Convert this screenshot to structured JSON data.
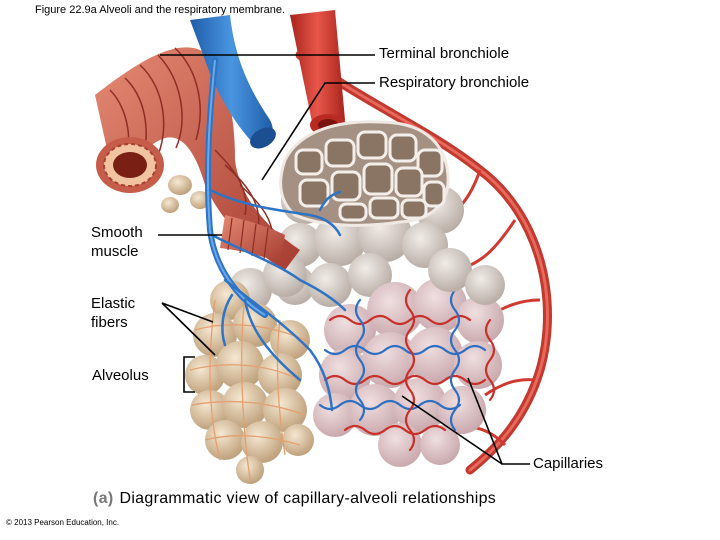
{
  "figure_title": "Figure 22.9a  Alveoli and the respiratory membrane.",
  "labels": {
    "terminal_bronchiole": "Terminal bronchiole",
    "respiratory_bronchiole": "Respiratory bronchiole",
    "smooth_muscle": "Smooth muscle",
    "elastic_fibers": "Elastic fibers",
    "alveolus": "Alveolus",
    "capillaries": "Capillaries"
  },
  "caption": {
    "tag": "(a)",
    "text": "Diagrammatic view of capillary-alveoli relationships"
  },
  "copyright": "© 2013 Pearson Education, Inc.",
  "colors": {
    "muscle": "#c8584a",
    "muscle_dark": "#9e3b30",
    "vein": "#2e78c9",
    "artery": "#d8382e",
    "alveoli_tan": "#e2cdb0",
    "alveoli_grey": "#d6cfca",
    "cut_alveoli": "#9a8878"
  }
}
